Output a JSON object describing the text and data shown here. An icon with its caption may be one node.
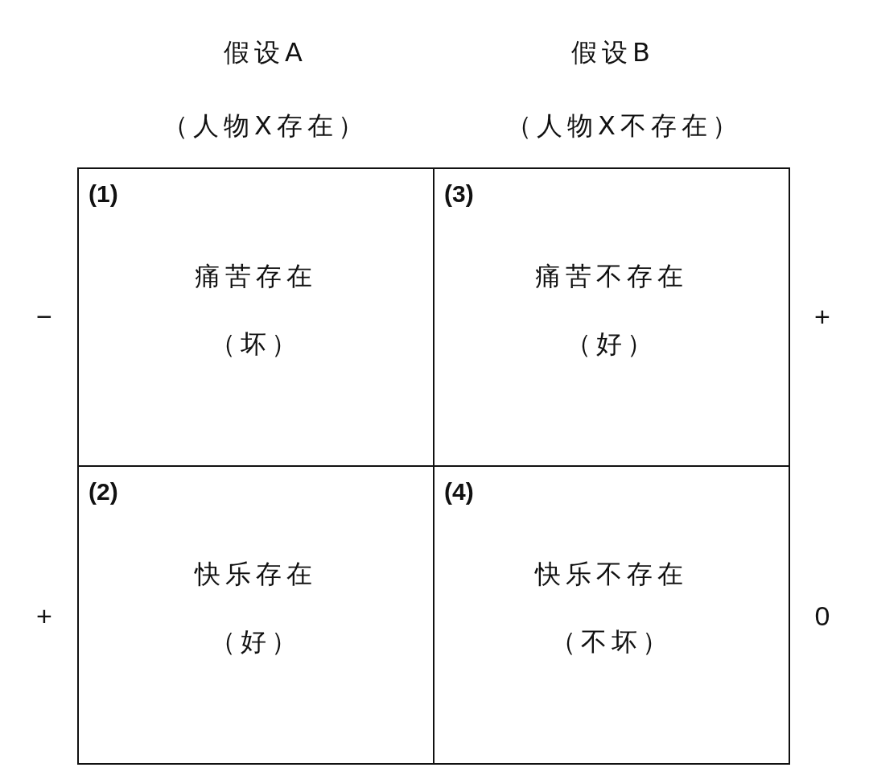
{
  "diagram": {
    "nodes": [
      {
        "text": [
          "(1)",
          "痛苦存在",
          "（坏）"
        ]
      },
      {
        "text": [
          "(3)",
          "痛苦不存在",
          "（好）"
        ]
      },
      {
        "text": [
          "(2)",
          "快乐存在",
          "（好）"
        ]
      },
      {
        "text": [
          "(4)",
          "快乐不存在",
          "（不坏）"
        ]
      }
    ],
    "edges": [],
    "labels": [
      "假设A",
      "假设B",
      "（人物X存在）",
      "（人物X不存在）",
      "−",
      "+",
      "+",
      "0"
    ]
  }
}
